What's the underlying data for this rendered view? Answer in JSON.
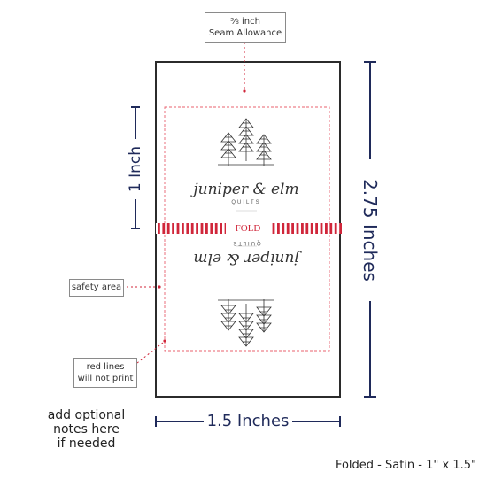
{
  "callouts": {
    "seam_line1": "⅜ inch",
    "seam_line2": "Seam Allowance",
    "safety": "safety area",
    "red_line1": "red lines",
    "red_line2": "will not print"
  },
  "dimensions": {
    "height_full": "2.75 Inches",
    "height_half": "1 Inch",
    "width": "1.5 Inches"
  },
  "label": {
    "fold": "FOLD",
    "brand_top": "juniper & elm",
    "brand_sub": "QUILTS",
    "brand_bottom": "juniper & elm",
    "brand_sub_bottom": "QUILTS"
  },
  "notes": {
    "line1": "add optional",
    "line2": "notes here",
    "line3": "if needed"
  },
  "footer": {
    "spec": "Folded - Satin - 1\" x 1.5\""
  },
  "colors": {
    "accent_red": "#d0263a",
    "navy": "#1f2a5a",
    "outline": "#2b2b2b"
  }
}
